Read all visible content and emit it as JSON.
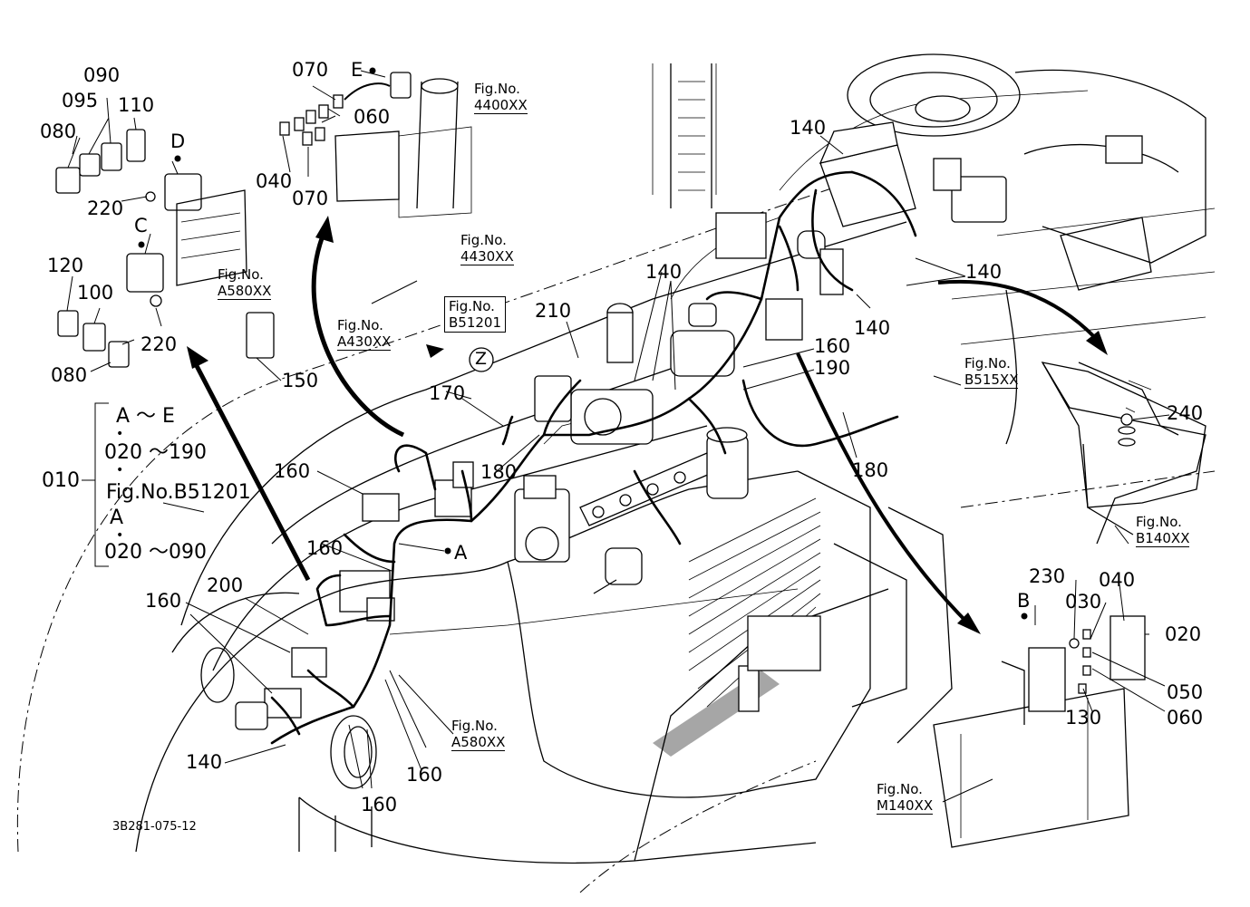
{
  "callouts": {
    "c_070a": "070",
    "c_e": "E",
    "c_060a": "060",
    "c_040a": "040",
    "c_070b": "070",
    "c_090": "090",
    "c_095": "095",
    "c_110": "110",
    "c_080a": "080",
    "c_d": "D",
    "c_220a": "220",
    "c_c": "C",
    "c_120": "120",
    "c_100": "100",
    "c_220b": "220",
    "c_080b": "080",
    "c_150": "150",
    "c_160a": "160",
    "c_160b": "160",
    "c_160c": "160",
    "c_200": "200",
    "c_140a": "140",
    "c_160d": "160",
    "c_160e": "160",
    "c_170": "170",
    "c_z": "Z",
    "c_180a": "180",
    "c_210": "210",
    "c_140b": "140",
    "c_140c": "140",
    "c_140d": "140",
    "c_140e": "140",
    "c_160f": "160",
    "c_190": "190",
    "c_180b": "180",
    "c_240": "240",
    "c_a": "A",
    "c_b": "B",
    "c_230": "230",
    "c_040b": "040",
    "c_030": "030",
    "c_020": "020",
    "c_050": "050",
    "c_060b": "060",
    "c_130": "130"
  },
  "figrefs": {
    "f_4400": [
      "Fig.No.",
      "4400XX"
    ],
    "f_4430": [
      "Fig.No.",
      "4430XX"
    ],
    "f_a580a": [
      "Fig.No.",
      "A580XX"
    ],
    "f_a430": [
      "Fig.No.",
      "A430XX"
    ],
    "f_b51201": [
      "Fig.No.",
      "B51201"
    ],
    "f_b515": [
      "Fig.No.",
      "B515XX"
    ],
    "f_b140": [
      "Fig.No.",
      "B140XX"
    ],
    "f_a580b": [
      "Fig.No.",
      "A580XX"
    ],
    "f_m140": [
      "Fig.No.",
      "M140XX"
    ]
  },
  "legend": {
    "main_number": "010",
    "line1": "A ～ E",
    "dot": "•",
    "line2": "020 ～190",
    "line3": "Fig.No.B51201",
    "line4": "A",
    "line5": "020 ～090"
  },
  "drawing_code": "3B281-075-12"
}
